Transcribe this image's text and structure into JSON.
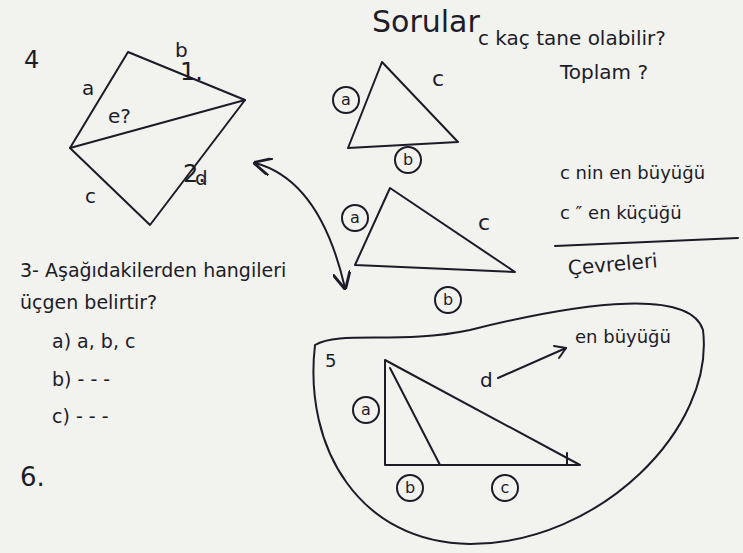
{
  "diagram": {
    "title": "Sorular",
    "nodes": [
      {
        "text": [
          "a",
          "b",
          "c",
          "d",
          "e?"
        ]
      },
      {
        "text": [
          "a"
        ]
      },
      {
        "text": [
          "b"
        ]
      },
      {
        "text": [
          "a"
        ]
      },
      {
        "text": [
          "b"
        ]
      },
      {
        "text": [
          "5",
          "d"
        ]
      },
      {
        "text": [
          "a"
        ],
        "in": 5
      },
      {
        "text": [
          "b"
        ],
        "in": 5
      },
      {
        "text": [
          "c"
        ],
        "in": 5
      }
    ],
    "edges": [
      {
        "from": 0,
        "to": 5,
        "arrow": "both"
      }
    ],
    "labels": [
      "4",
      "1.",
      "c",
      "c kaç tane olabilir?",
      "Toplam ?",
      "2.",
      "c",
      "c nin en büyüğü",
      "c ″ en küçüğü",
      "Çevreleri",
      "3- Aşağıdakilerden hangileri üçgen belirtir?",
      "a) a, b, c",
      "b) - - -",
      "c) - - -",
      "en büyüğü",
      "6."
    ]
  }
}
